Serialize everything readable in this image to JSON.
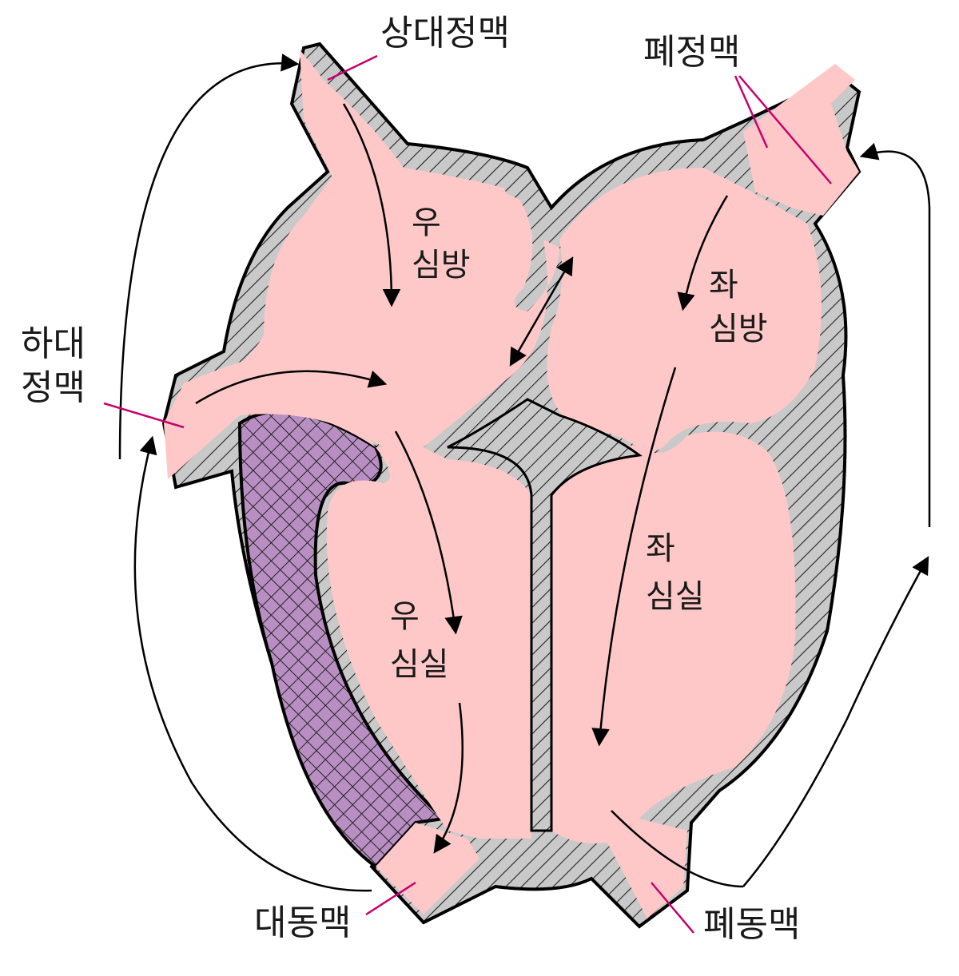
{
  "labels": {
    "superior_vena_cava": "상대정맥",
    "pulmonary_vein": "폐정맥",
    "inferior_vena_cava_line1": "하대",
    "inferior_vena_cava_line2": "정맥",
    "right_atrium_line1": "우",
    "right_atrium_line2": "심방",
    "left_atrium_line1": "좌",
    "left_atrium_line2": "심방",
    "right_ventricle_line1": "우",
    "right_ventricle_line2": "심실",
    "left_ventricle_line1": "좌",
    "left_ventricle_line2": "심실",
    "aorta": "대동맥",
    "pulmonary_artery": "폐동맥"
  },
  "colors": {
    "blood": "#ffc8c8",
    "wall": "#c9c9c9",
    "right_wall": "#b98fc3",
    "outline": "#000000",
    "leader": "#c8006e"
  }
}
